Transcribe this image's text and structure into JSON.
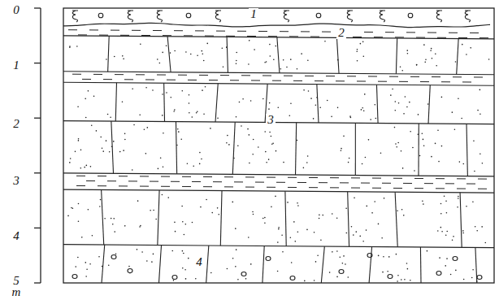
{
  "diagram": {
    "labels": [
      "0",
      "1",
      "2",
      "3",
      "4",
      "5",
      "m",
      "1",
      "2",
      "3",
      "4"
    ]
  }
}
